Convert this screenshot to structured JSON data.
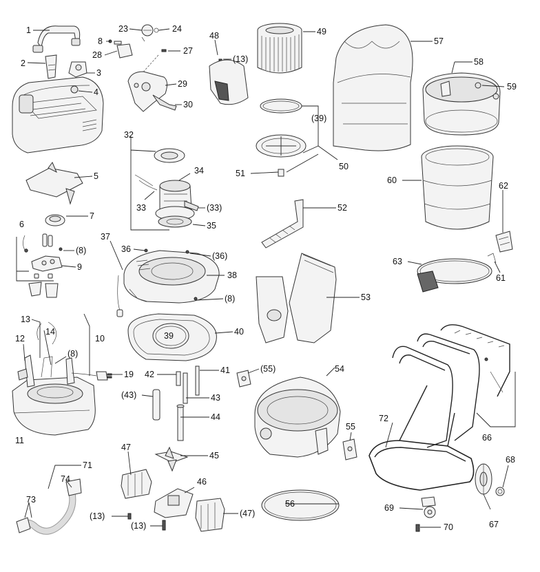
{
  "labels": {
    "l1": "1",
    "l2": "2",
    "l3": "3",
    "l4": "4",
    "l5": "5",
    "l6": "6",
    "l7": "7",
    "l8": "(8)",
    "l8b": "(8)",
    "l8c": "(8)",
    "l9": "9",
    "l10": "10",
    "l11": "11",
    "l12": "12",
    "l13a": "13",
    "l13b": "(13)",
    "l13c": "(13)",
    "l13d": "(13)",
    "l14": "14",
    "l19": "19",
    "l23": "23",
    "l24": "24",
    "l27": "27",
    "l28": "28",
    "l29": "29",
    "l30": "30",
    "l32": "32",
    "l33": "33",
    "l33b": "(33)",
    "l34": "34",
    "l35": "35",
    "l36": "36",
    "l36b": "(36)",
    "l37": "37",
    "l38": "38",
    "l39": "39",
    "l39b": "(39)",
    "l40": "40",
    "l41": "41",
    "l42": "42",
    "l43": "43",
    "l43b": "(43)",
    "l44": "44",
    "l45": "45",
    "l46": "46",
    "l47": "47",
    "l47b": "(47)",
    "l48": "48",
    "l49": "49",
    "l50": "50",
    "l51": "51",
    "l52": "52",
    "l53": "53",
    "l54": "54",
    "l55": "55",
    "l55b": "(55)",
    "l56": "56",
    "l57": "57",
    "l58": "58",
    "l59": "59",
    "l60": "60",
    "l61": "61",
    "l62": "62",
    "l63": "63",
    "l66": "66",
    "l67": "67",
    "l68": "68",
    "l69": "69",
    "l70": "70",
    "l71": "71",
    "l72": "72",
    "l73": "73",
    "l74": "74",
    "l8_top": "8"
  }
}
